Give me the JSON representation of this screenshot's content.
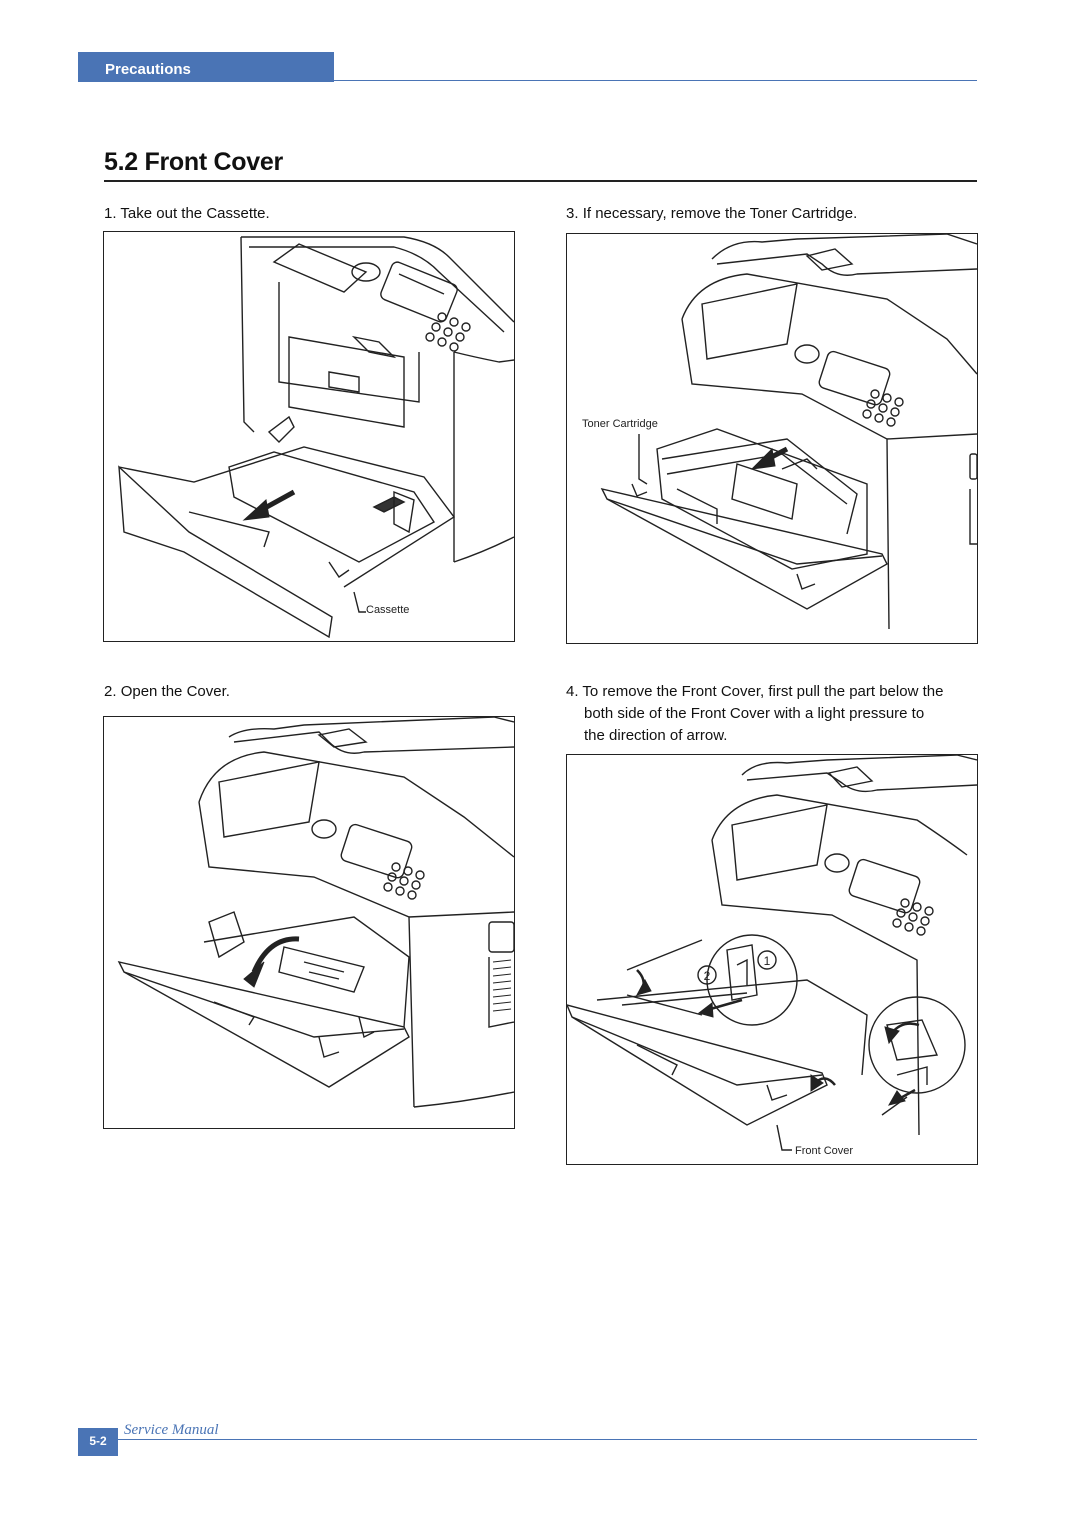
{
  "header": {
    "section_tab": "Precautions"
  },
  "title": "5.2 Front Cover",
  "steps": {
    "s1": {
      "num": "1.",
      "text": "Take out the Cassette."
    },
    "s2": {
      "num": "2.",
      "text": "Open the Cover."
    },
    "s3": {
      "num": "3.",
      "text": "If necessary, remove the Toner Cartridge."
    },
    "s4": {
      "num": "4.",
      "line1": "To remove the Front Cover, first pull the part below the",
      "line2": "both side of the Front Cover with a light pressure to",
      "line3": "the direction of arrow."
    }
  },
  "callouts": {
    "cassette": "Cassette",
    "toner": "Toner Cartridge",
    "front_cover": "Front Cover",
    "marker1": "1",
    "marker2": "2"
  },
  "footer": {
    "page": "5-2",
    "label": "Service Manual"
  },
  "colors": {
    "accent": "#4a74b5"
  }
}
